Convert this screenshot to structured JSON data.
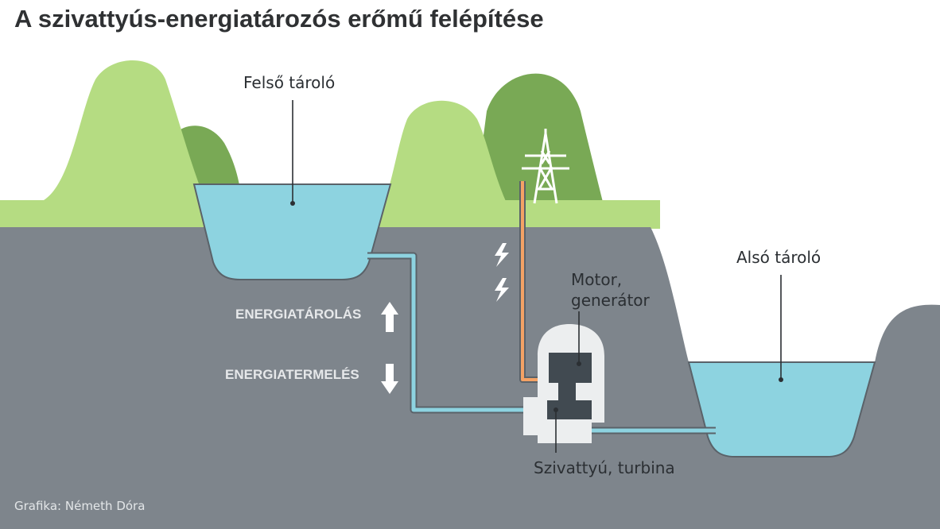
{
  "title": "A szivattyús-energiatározós erőmű felépítése",
  "labels": {
    "upper_reservoir": "Felső tároló",
    "lower_reservoir": "Alsó tároló",
    "motor_line1": "Motor,",
    "motor_line2": "generátor",
    "pump_turbine": "Szivattyú, turbina",
    "energy_storage": "ENERGIATÁROLÁS",
    "energy_generation": "ENERGIATERMELÉS"
  },
  "credit": "Grafika: Németh Dóra",
  "colors": {
    "ground": "#7e858c",
    "hill_light": "#b5dc82",
    "hill_dark": "#79a955",
    "water": "#8dd3e0",
    "cable": "#f4a265",
    "machine": "#414a51",
    "housing": "#eceeef"
  },
  "icons": [
    "arrow-up-icon",
    "arrow-down-icon",
    "lightning-icon",
    "power-pylon-icon"
  ]
}
